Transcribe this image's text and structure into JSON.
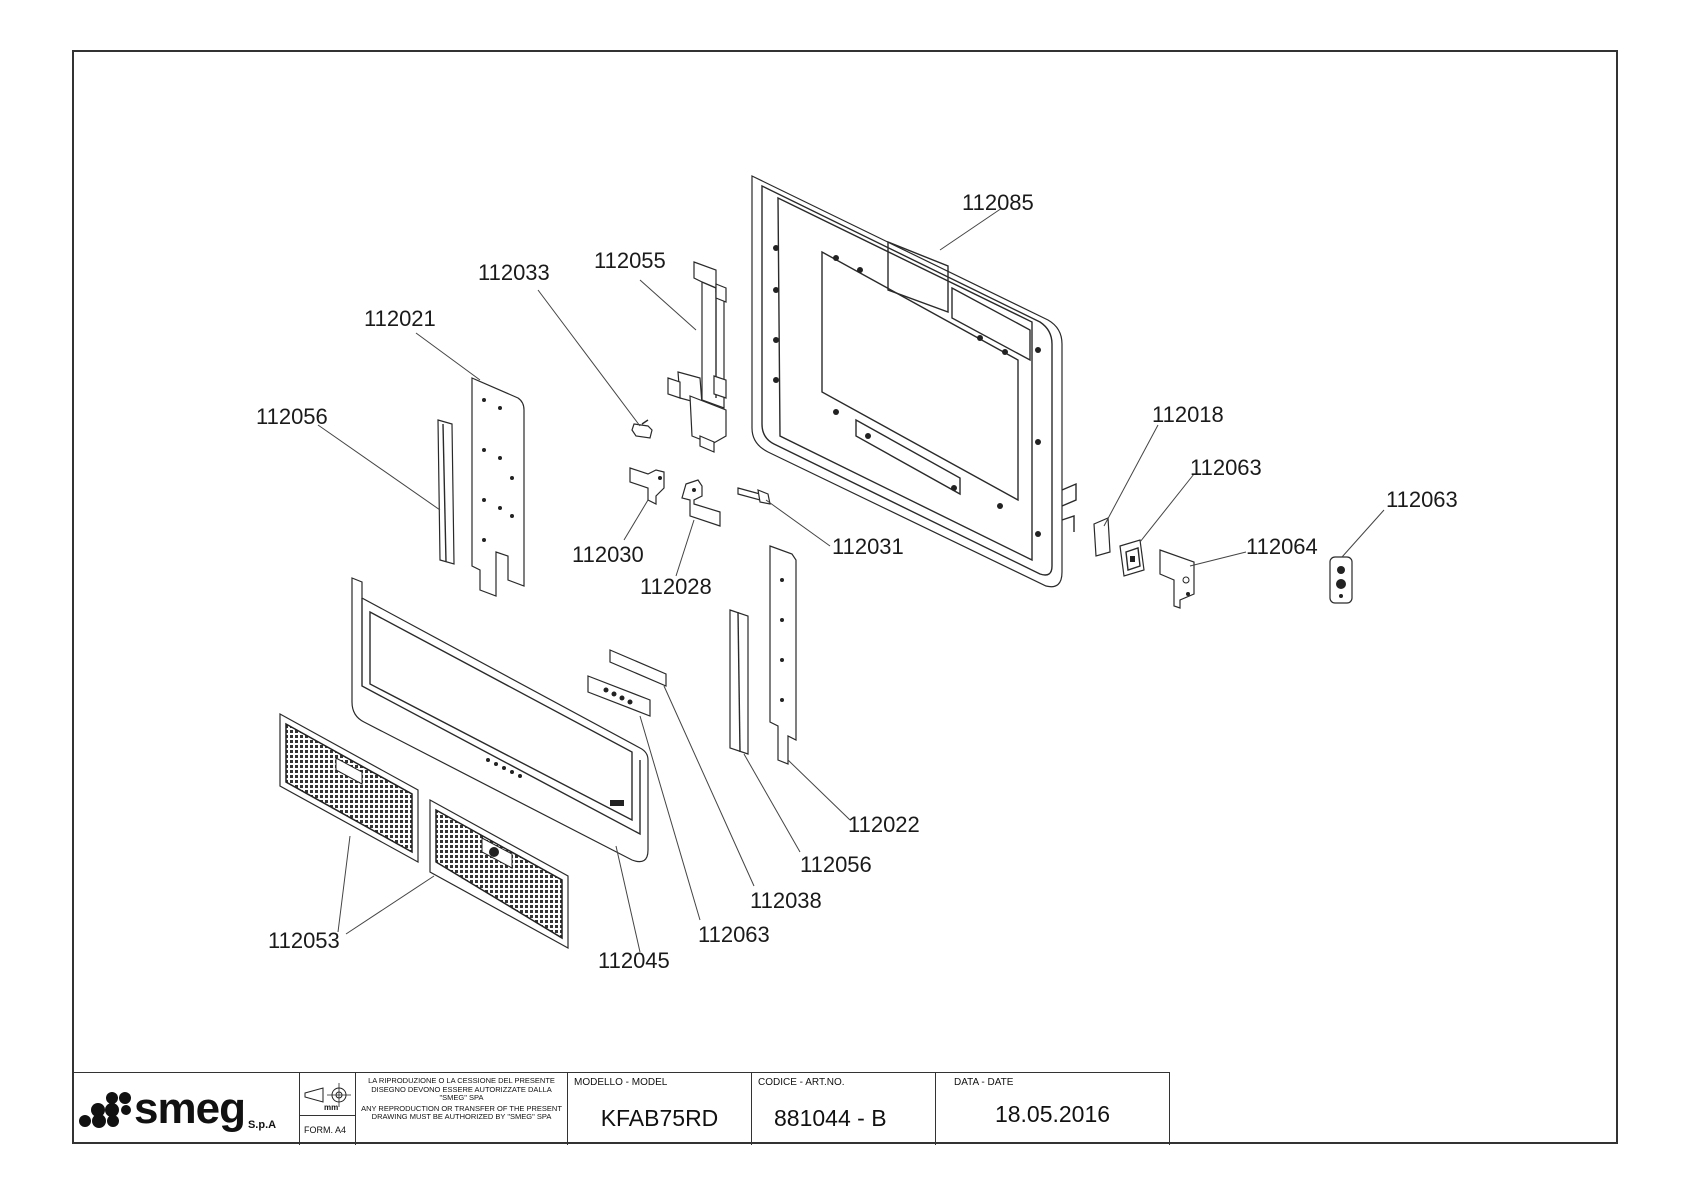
{
  "diagram": {
    "part_labels": [
      {
        "id": "p112085",
        "text": "112085"
      },
      {
        "id": "p112055",
        "text": "112055"
      },
      {
        "id": "p112033",
        "text": "112033"
      },
      {
        "id": "p112021",
        "text": "112021"
      },
      {
        "id": "p112056a",
        "text": "112056"
      },
      {
        "id": "p112018",
        "text": "112018"
      },
      {
        "id": "p112063a",
        "text": "112063"
      },
      {
        "id": "p112063b",
        "text": "112063"
      },
      {
        "id": "p112064",
        "text": "112064"
      },
      {
        "id": "p112030",
        "text": "112030"
      },
      {
        "id": "p112031",
        "text": "112031"
      },
      {
        "id": "p112028",
        "text": "112028"
      },
      {
        "id": "p112022",
        "text": "112022"
      },
      {
        "id": "p112056b",
        "text": "112056"
      },
      {
        "id": "p112038",
        "text": "112038"
      },
      {
        "id": "p112063c",
        "text": "112063"
      },
      {
        "id": "p112053",
        "text": "112053"
      },
      {
        "id": "p112045",
        "text": "112045"
      }
    ]
  },
  "title_block": {
    "brand": "smeg",
    "brand_suffix": "S.p.A",
    "unit": "mm",
    "format": "FORM. A4",
    "copyright_it": "LA RIPRODUZIONE O LA CESSIONE DEL PRESENTE DISEGNO DEVONO ESSERE AUTORIZZATE DALLA \"SMEG\" SPA",
    "copyright_en": "ANY REPRODUCTION OR TRANSFER OF THE PRESENT DRAWING MUST BE AUTHORIZED BY \"SMEG\" SPA",
    "model_header": "MODELLO - MODEL",
    "model_value": "KFAB75RD",
    "code_header": "CODICE - ART.NO.",
    "code_value": "881044 - B",
    "date_header": "DATA - DATE",
    "date_value": "18.05.2016"
  }
}
